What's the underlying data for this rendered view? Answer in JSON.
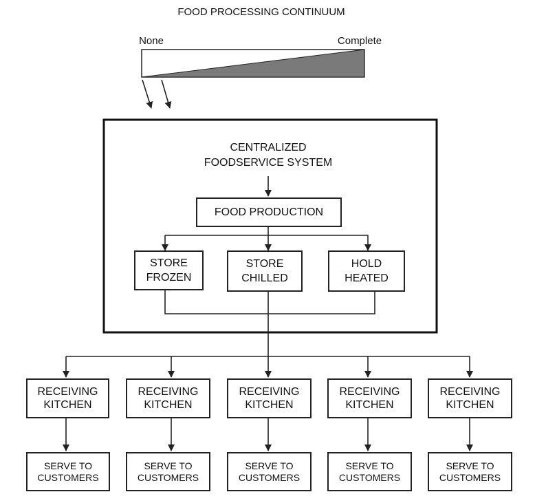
{
  "title": "FOOD PROCESSING CONTINUUM",
  "continuum": {
    "left_label": "None",
    "right_label": "Complete"
  },
  "system": {
    "title_line1": "CENTRALIZED",
    "title_line2": "FOODSERVICE SYSTEM",
    "production": "FOOD PRODUCTION",
    "storage": [
      {
        "line1": "STORE",
        "line2": "FROZEN"
      },
      {
        "line1": "STORE",
        "line2": "CHILLED"
      },
      {
        "line1": "HOLD",
        "line2": "HEATED"
      }
    ]
  },
  "kitchens": [
    {
      "line1": "RECEIVING",
      "line2": "KITCHEN"
    },
    {
      "line1": "RECEIVING",
      "line2": "KITCHEN"
    },
    {
      "line1": "RECEIVING",
      "line2": "KITCHEN"
    },
    {
      "line1": "RECEIVING",
      "line2": "KITCHEN"
    },
    {
      "line1": "RECEIVING",
      "line2": "KITCHEN"
    }
  ],
  "serve": [
    {
      "line1": "SERVE TO",
      "line2": "CUSTOMERS"
    },
    {
      "line1": "SERVE TO",
      "line2": "CUSTOMERS"
    },
    {
      "line1": "SERVE TO",
      "line2": "CUSTOMERS"
    },
    {
      "line1": "SERVE TO",
      "line2": "CUSTOMERS"
    },
    {
      "line1": "SERVE TO",
      "line2": "CUSTOMERS"
    }
  ],
  "colors": {
    "line": "#222222",
    "wedge_fill": "#7a7a7a"
  }
}
